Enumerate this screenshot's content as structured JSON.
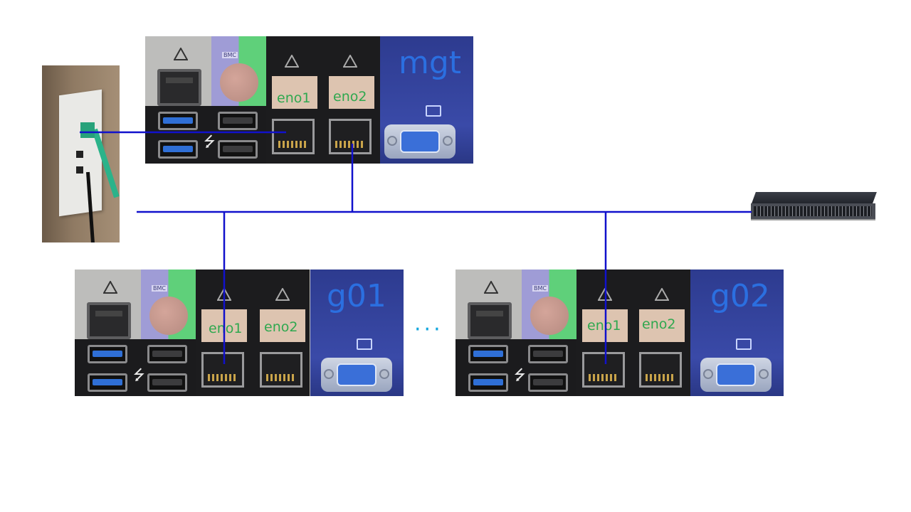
{
  "servers": [
    {
      "id": "mgt",
      "label": "mgt",
      "ports": [
        "eno1",
        "eno2"
      ]
    },
    {
      "id": "g01",
      "label": "g01",
      "ports": [
        "eno1",
        "eno2"
      ]
    },
    {
      "id": "g02",
      "label": "g02",
      "ports": [
        "eno1",
        "eno2"
      ]
    }
  ],
  "ellipsis": "···",
  "colors": {
    "link": "#1111cc",
    "host_label": "#2b6fe0",
    "port_label": "#2fa84f",
    "ellipsis": "#12a6dd"
  },
  "icons": [
    "network-warning-icon",
    "usb-icon",
    "vga-icon",
    "wall-socket-photo",
    "network-switch-icon"
  ]
}
